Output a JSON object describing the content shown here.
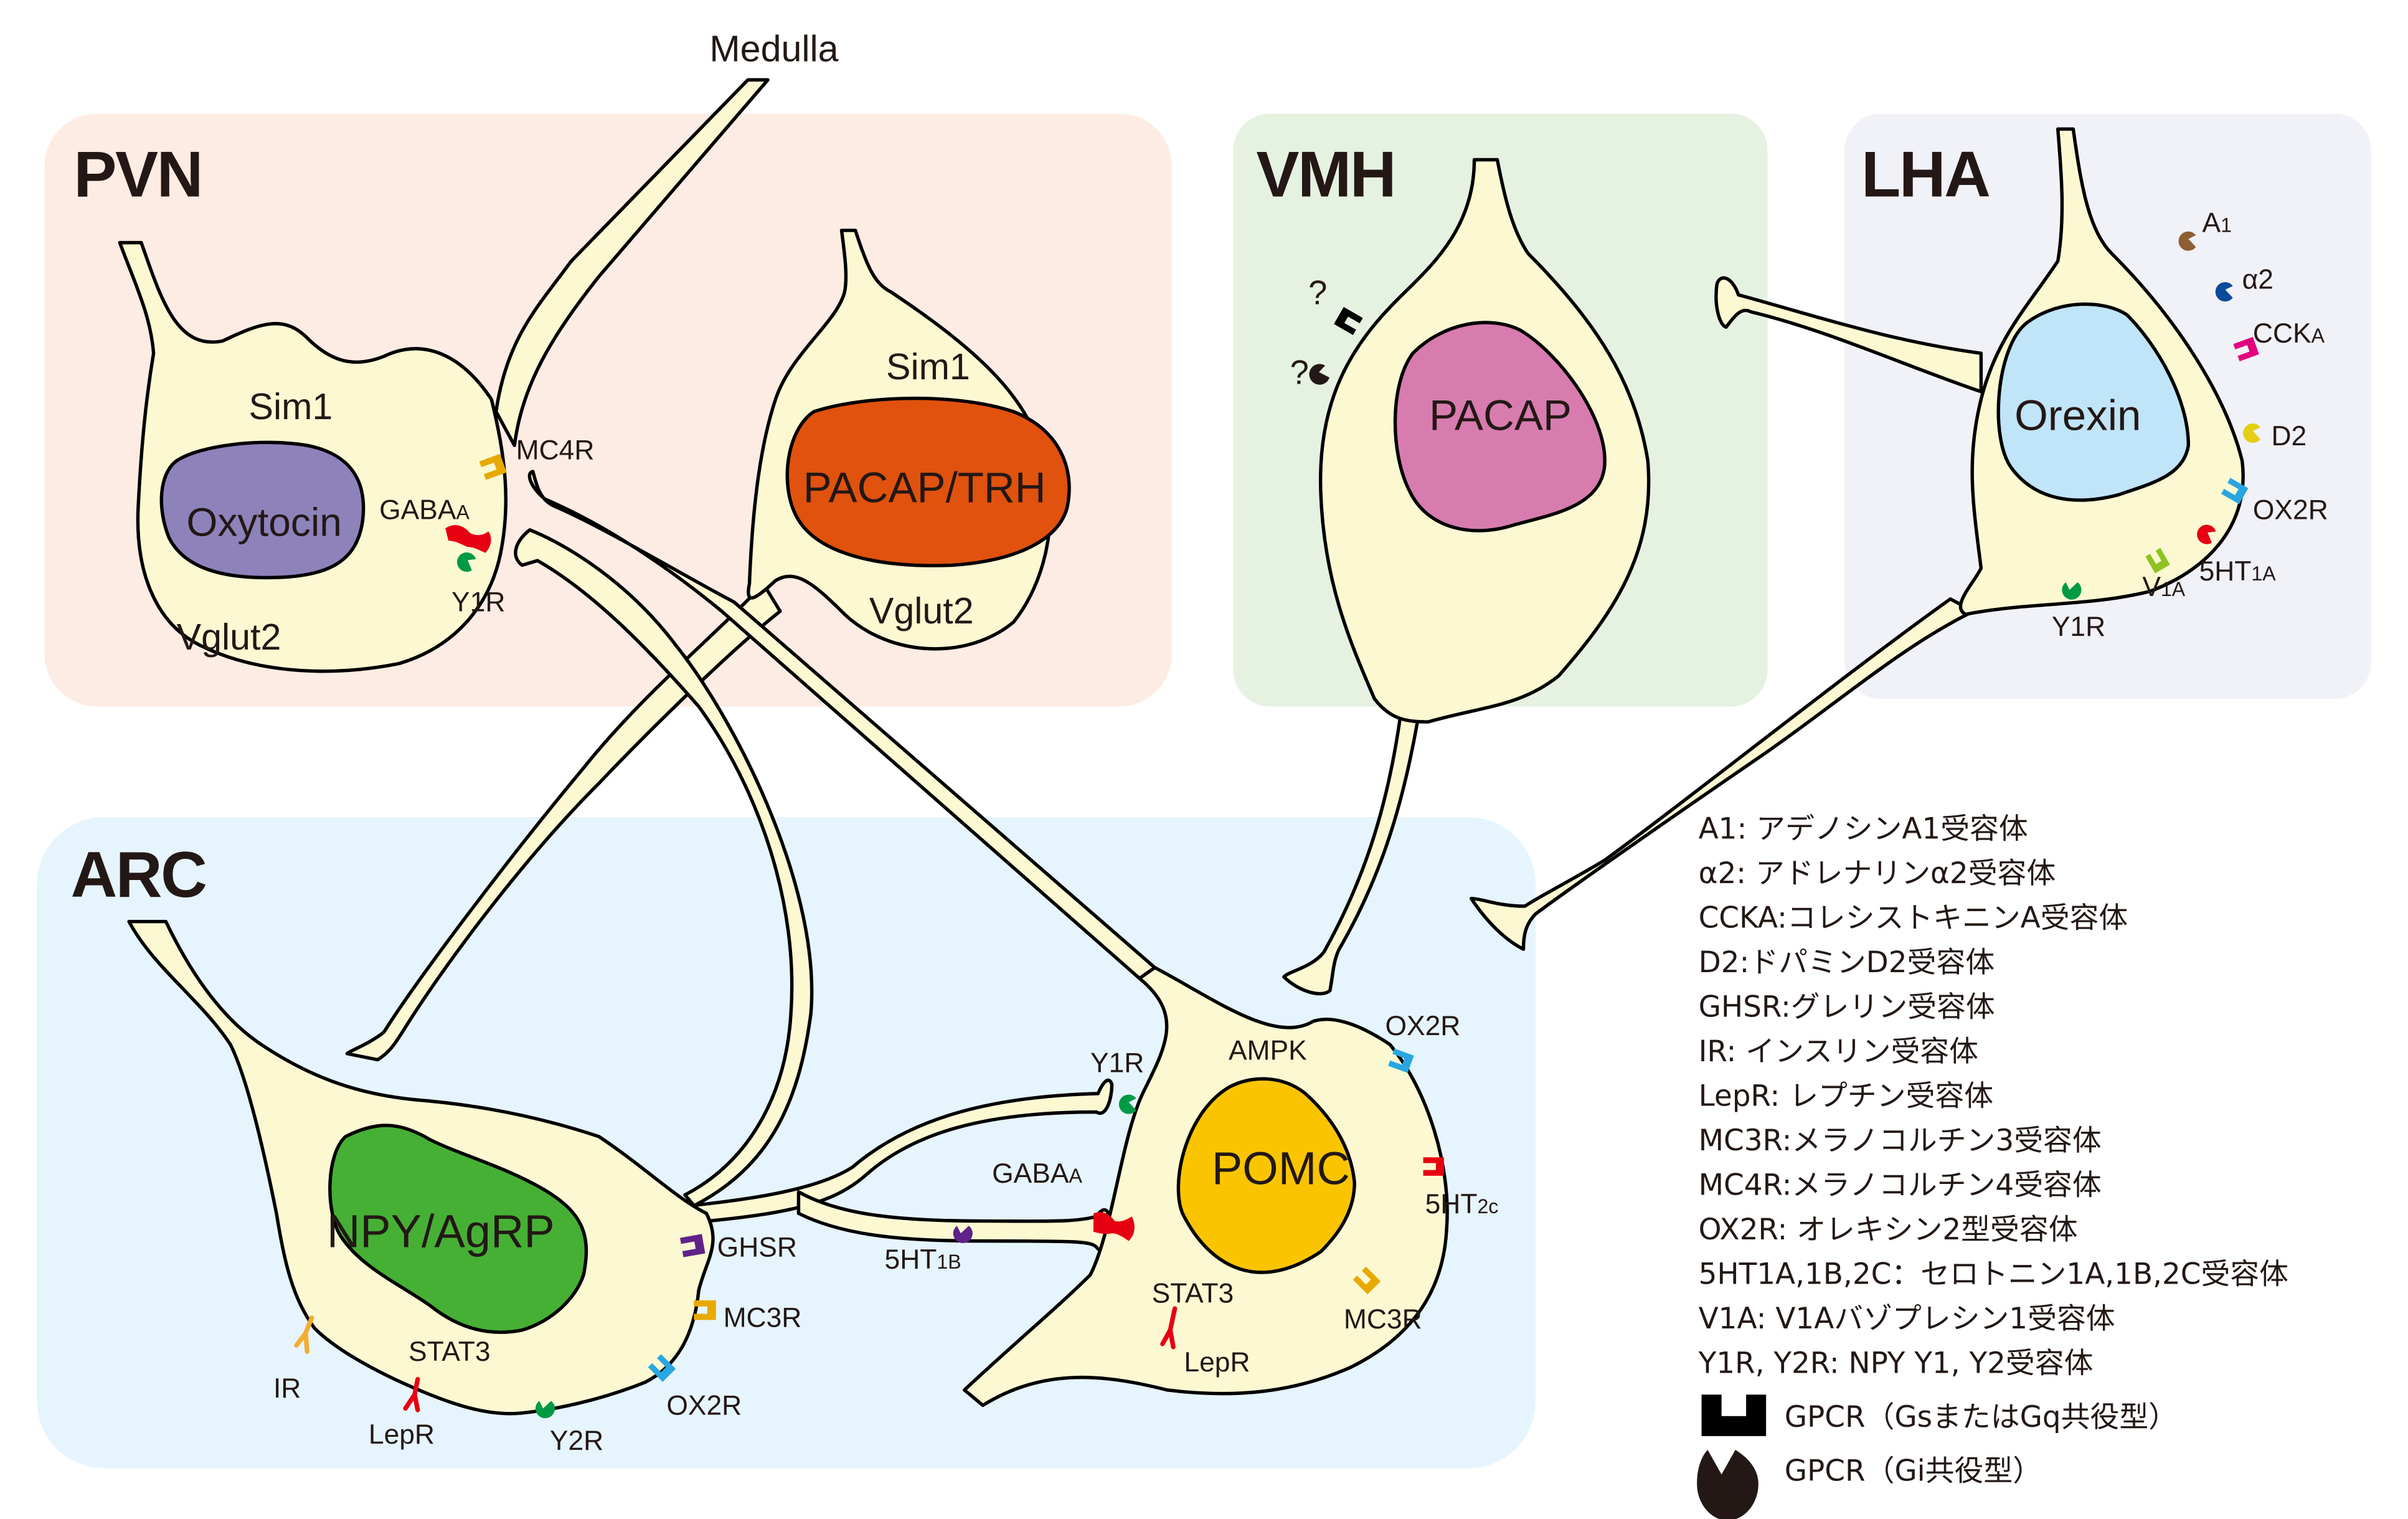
{
  "title_top": "Medulla",
  "colors": {
    "pvn_bg": "#fdece3",
    "vmh_bg": "#e6f2e1",
    "lha_bg": "#f1f1f8",
    "arc_bg": "#e6f4fd",
    "cell_fill": "#fcf9d2",
    "oxytocin": "#8e82bb",
    "pacap_trh": "#e0520d",
    "pacap": "#d87caf",
    "orexin": "#c0e4f8",
    "npy_agrp": "#46b035",
    "pomc": "#fac500"
  },
  "regions": {
    "pvn": {
      "title": "PVN",
      "neuron1": {
        "marker_top": "Sim1",
        "nucleus": "Oxytocin",
        "marker_bottom": "Vglut2"
      },
      "neuron2": {
        "marker_top": "Sim1",
        "nucleus": "PACAP/TRH",
        "marker_bottom": "Vglut2"
      },
      "receptors": [
        {
          "name": "MC4R",
          "label": "MC4R",
          "color": "#e8a900",
          "type": "gs"
        },
        {
          "name": "GABAA",
          "label": "GABA",
          "sub": "A",
          "color": "#e60012",
          "type": "channel"
        },
        {
          "name": "Y1R",
          "label": "Y1R",
          "color": "#009944",
          "type": "gi"
        }
      ]
    },
    "vmh": {
      "title": "VMH",
      "neuron": {
        "nucleus": "PACAP"
      },
      "unknown_receptors": [
        {
          "label": "?",
          "type": "gs",
          "color": "#000000"
        },
        {
          "label": "?",
          "type": "gi",
          "color": "#231815"
        }
      ]
    },
    "lha": {
      "title": "LHA",
      "neuron": {
        "nucleus": "Orexin"
      },
      "receptors": [
        {
          "name": "A1",
          "label": "A",
          "sub": "1",
          "color": "#8f5e32",
          "type": "gi"
        },
        {
          "name": "alpha2",
          "label": "α2",
          "color": "#0b4b9c",
          "type": "gi"
        },
        {
          "name": "CCKA",
          "label": "CCK",
          "sub": "A",
          "color": "#e4007f",
          "type": "gs"
        },
        {
          "name": "D2",
          "label": "D2",
          "color": "#e4cf14",
          "type": "gi"
        },
        {
          "name": "OX2R",
          "label": "OX2R",
          "color": "#29a6e0",
          "type": "gs"
        },
        {
          "name": "5HT1A",
          "label": "5HT",
          "sub": "1A",
          "color": "#e60012",
          "type": "gi"
        },
        {
          "name": "V1A",
          "label": "V",
          "sub": "1A",
          "color": "#8dc21f",
          "type": "gs"
        },
        {
          "name": "Y1R",
          "label": "Y1R",
          "color": "#009944",
          "type": "gi"
        }
      ]
    },
    "arc": {
      "title": "ARC",
      "npy_neuron": {
        "nucleus": "NPY/AgRP",
        "marker": "STAT3",
        "receptors": [
          {
            "name": "GHSR",
            "label": "GHSR",
            "color": "#5f2289",
            "type": "gs"
          },
          {
            "name": "MC3R",
            "label": "MC3R",
            "color": "#e8a900",
            "type": "gs"
          },
          {
            "name": "OX2R",
            "label": "OX2R",
            "color": "#29a6e0",
            "type": "gs"
          },
          {
            "name": "Y2R",
            "label": "Y2R",
            "color": "#009944",
            "type": "gi"
          },
          {
            "name": "LepR",
            "label": "LepR",
            "color": "#e60012",
            "type": "y"
          },
          {
            "name": "IR",
            "label": "IR",
            "color": "#f5ac2f",
            "type": "y"
          }
        ]
      },
      "pomc_neuron": {
        "nucleus": "POMC",
        "marker_top": "AMPK",
        "marker_bottom": "STAT3",
        "receptors": [
          {
            "name": "Y1R",
            "label": "Y1R",
            "color": "#009944",
            "type": "gi"
          },
          {
            "name": "GABAA",
            "label": "GABA",
            "sub": "A",
            "color": "#e60012",
            "type": "channel"
          },
          {
            "name": "5HT1B",
            "label": "5HT",
            "sub": "1B",
            "color": "#5f2289",
            "type": "gi"
          },
          {
            "name": "OX2R",
            "label": "OX2R",
            "color": "#29a6e0",
            "type": "gs"
          },
          {
            "name": "5HT2C",
            "label": "5HT",
            "sub": "2c",
            "color": "#e60012",
            "type": "gs"
          },
          {
            "name": "MC3R",
            "label": "MC3R",
            "color": "#e8a900",
            "type": "gs"
          },
          {
            "name": "LepR",
            "label": "LepR",
            "color": "#e60012",
            "type": "y"
          }
        ]
      }
    }
  },
  "legend": {
    "entries": [
      "A1: アデノシンA1受容体",
      "α2: アドレナリンα2受容体",
      "CCKA:コレシストキニンA受容体",
      "D2:ドパミンD2受容体",
      "GHSR:グレリン受容体",
      "IR:  インスリン受容体",
      "LepR: レプチン受容体",
      "MC3R:メラノコルチン3受容体",
      "MC4R:メラノコルチン4受容体",
      "OX2R: オレキシン2型受容体",
      "5HT1A,1B,2C：セロトニン1A,1B,2C受容体",
      "V1A: V1Aバゾプレシン1受容体",
      "Y1R, Y2R: NPY Y1, Y2受容体"
    ],
    "symbols": [
      {
        "shape": "gs",
        "label": "GPCR（GsまたはGq共役型）"
      },
      {
        "shape": "gi",
        "label": "GPCR（Gi共役型）"
      }
    ]
  }
}
